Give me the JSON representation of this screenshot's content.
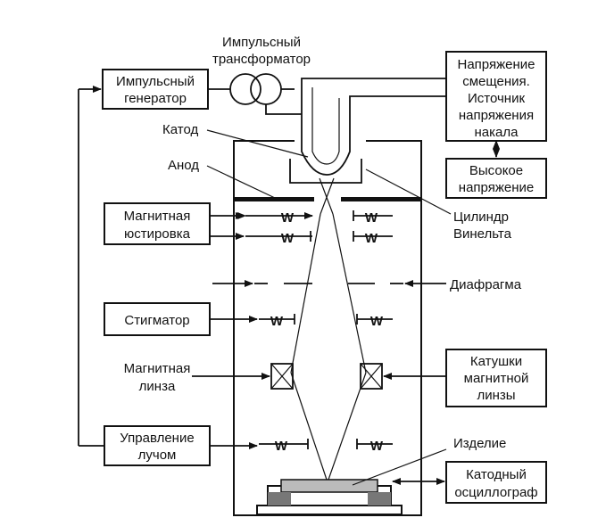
{
  "labels": {
    "pulse_transformer": [
      "Импульсный",
      "трансформатор"
    ],
    "cathode": "Катод",
    "anode": "Анод",
    "wehnelt": [
      "Цилиндр",
      "Винельта"
    ],
    "diaphragm": "Диафрагма",
    "workpiece": "Изделие"
  },
  "boxes": {
    "pulse_generator": [
      "Импульсный",
      "генератор"
    ],
    "bias_voltage": [
      "Напряжение",
      "смещения.",
      "Источник",
      "напряжения",
      "накала"
    ],
    "high_voltage": [
      "Высокое",
      "напряжение"
    ],
    "magnetic_alignment": [
      "Магнитная",
      "юстировка"
    ],
    "stigmator": [
      "Стигматор"
    ],
    "magnetic_lens": [
      "Магнитная",
      "линза"
    ],
    "lens_coils": [
      "Катушки",
      "магнитной",
      "линзы"
    ],
    "beam_control": [
      "Управление",
      "лучом"
    ],
    "cathode_oscillograph": [
      "Катодный",
      "осциллограф"
    ]
  }
}
